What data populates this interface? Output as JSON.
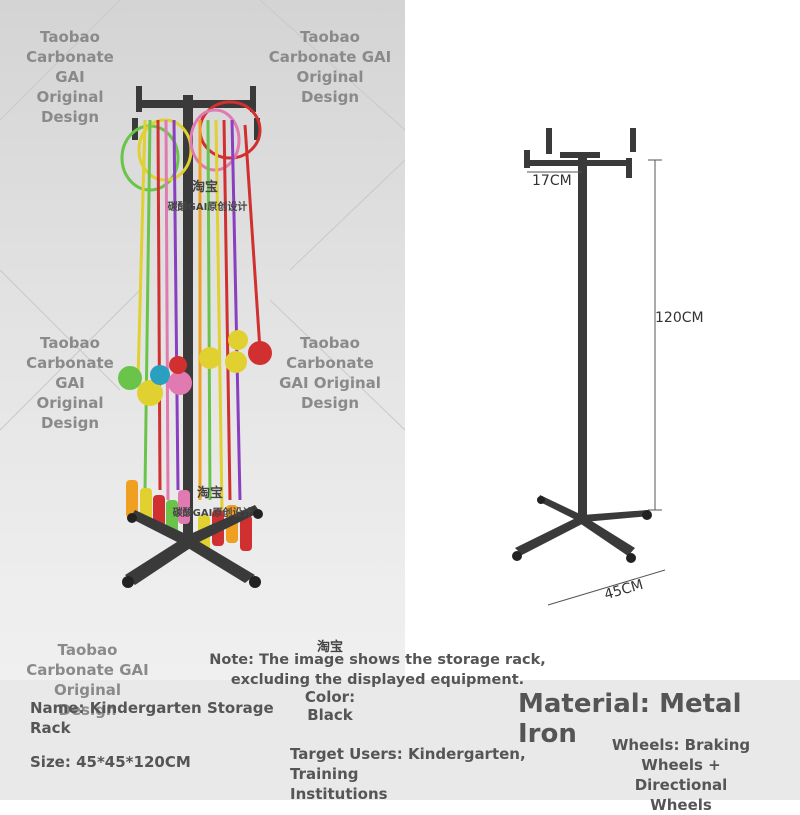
{
  "watermarks": {
    "text": "Taobao\nCarbonate GAI\nOriginal\nDesign",
    "text_wide": "Taobao\nCarbonate GAI\nOriginal Design",
    "text_four": "Taobao\nCarbonate\nGAI Original\nDesign",
    "cn_logo": "淘宝",
    "cn_sub": "碳酸GAI原创设计"
  },
  "dimensions": {
    "top_arm": "17CM",
    "height": "120CM",
    "base": "45CM"
  },
  "note": "Note: The image shows the storage rack,\nexcluding the displayed equipment.",
  "specs": {
    "name": "Name: Kindergarten Storage\nRack",
    "size": "Size: 45*45*120CM",
    "color": "Color:\nBlack",
    "target": "Target Users: Kindergarten, Training\nInstitutions",
    "material": "Material: Metal Iron",
    "wheels": "Wheels: Braking\nWheels + Directional\nWheels"
  },
  "colors": {
    "rack": "#333333",
    "text": "#555555",
    "ropes": [
      "#6ac44a",
      "#e0d030",
      "#d03030",
      "#8a3ec0",
      "#e07ab0",
      "#f0a020",
      "#2aa0c0"
    ]
  }
}
